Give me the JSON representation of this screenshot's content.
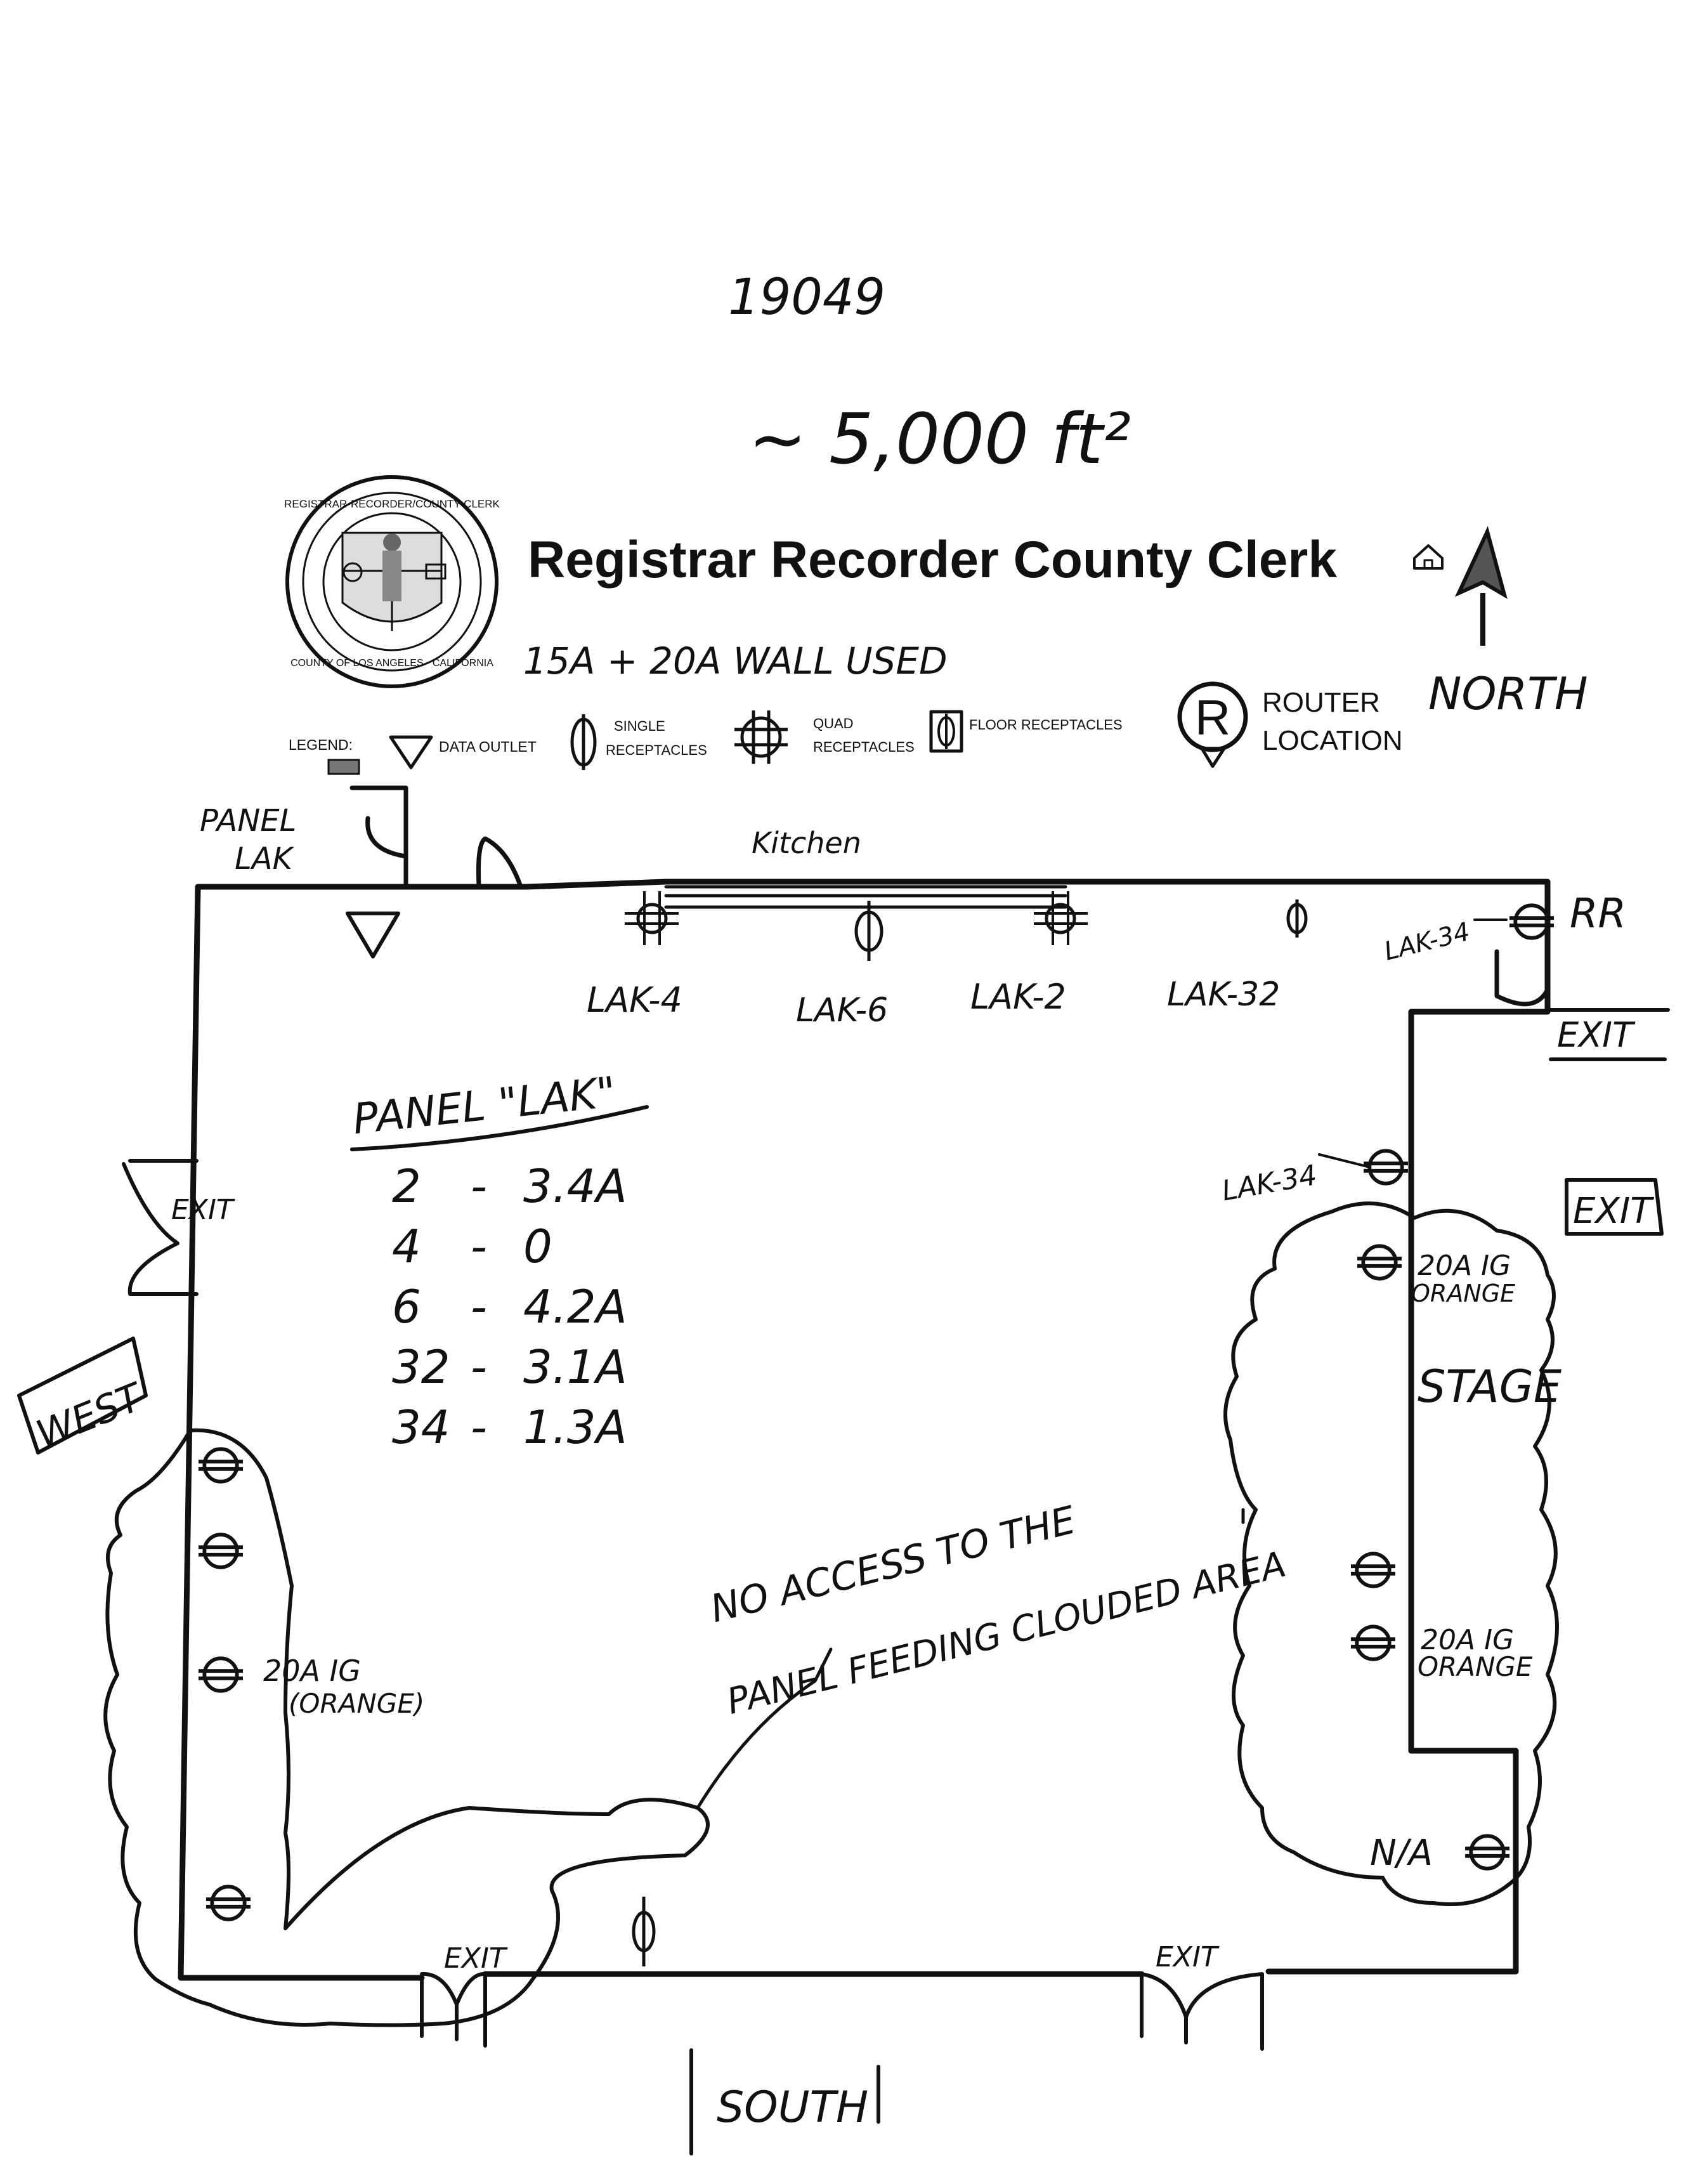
{
  "header": {
    "site_number": "19049",
    "area": "~ 5,000 ft²",
    "title": "Registrar Recorder County Clerk",
    "note": "15A + 20A WALL USED",
    "north_label": "NORTH",
    "seal_top_text": "REGISTRAR-RECORDER/COUNTY CLERK",
    "seal_bottom_text": "COUNTY OF LOS ANGELES · CALIFORNIA"
  },
  "legend": {
    "prefix": "LEGEND:",
    "items": [
      {
        "icon": "triangle-icon",
        "label": "DATA OUTLET"
      },
      {
        "icon": "single-receptacle-icon",
        "label_line1": "SINGLE",
        "label_line2": "RECEPTACLES"
      },
      {
        "icon": "quad-receptacle-icon",
        "label_line1": "QUAD",
        "label_line2": "RECEPTACLES"
      },
      {
        "icon": "floor-receptacle-icon",
        "label": "FLOOR RECEPTACLES"
      }
    ],
    "router_symbol": "R",
    "router_label_line1": "ROUTER",
    "router_label_line2": "LOCATION"
  },
  "annotations": {
    "panel_lak_line1": "PANEL",
    "panel_lak_line2": "LAK",
    "kitchen": "Kitchen",
    "rr": "RR",
    "exit_ne": "EXIT",
    "exit_east": "EXIT",
    "exit_west": "EXIT",
    "exit_sw": "EXIT",
    "exit_se": "EXIT",
    "west": "WEST",
    "south": "SOUTH",
    "stage": "STAGE",
    "lak4": "LAK-4",
    "lak6": "LAK-6",
    "lak2": "LAK-2",
    "lak32": "LAK-32",
    "lak34_top": "LAK-34",
    "lak34_east": "LAK-34",
    "east_20a_1_line1": "20A IG",
    "east_20a_1_line2": "ORANGE",
    "east_20a_2_line1": "20A IG",
    "east_20a_2_line2": "ORANGE",
    "west_20a_line1": "20A IG",
    "west_20a_line2": "(ORANGE)",
    "na": "N/A",
    "no_access_line1": "NO ACCESS TO THE",
    "no_access_line2": "PANEL FEEDING CLOUDED AREA"
  },
  "panel_table": {
    "title": "PANEL \"LAK\"",
    "rows": [
      {
        "circuit": "2",
        "load": "3.4A"
      },
      {
        "circuit": "4",
        "load": "0"
      },
      {
        "circuit": "6",
        "load": "4.2A"
      },
      {
        "circuit": "32",
        "load": "3.1A"
      },
      {
        "circuit": "34",
        "load": "1.3A"
      }
    ]
  }
}
